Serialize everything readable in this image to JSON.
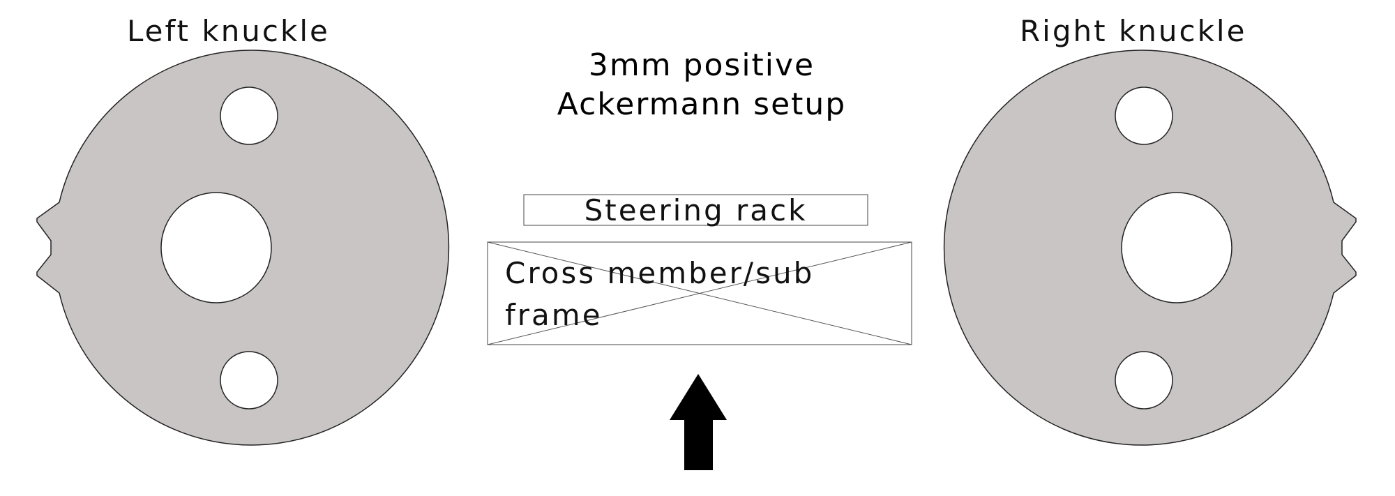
{
  "title": {
    "line1": "3mm positive",
    "line2": "Ackermann setup"
  },
  "left_knuckle": {
    "label": "Left knuckle"
  },
  "right_knuckle": {
    "label": "Right knuckle"
  },
  "steering_rack": {
    "label": "Steering rack"
  },
  "cross_member": {
    "line1": "Cross member/sub",
    "line2": "frame"
  },
  "arrow": {
    "icon": "up-arrow-icon",
    "direction": "up"
  },
  "colors": {
    "knuckle_fill": "#c8c5c4",
    "stroke": "#222222"
  }
}
